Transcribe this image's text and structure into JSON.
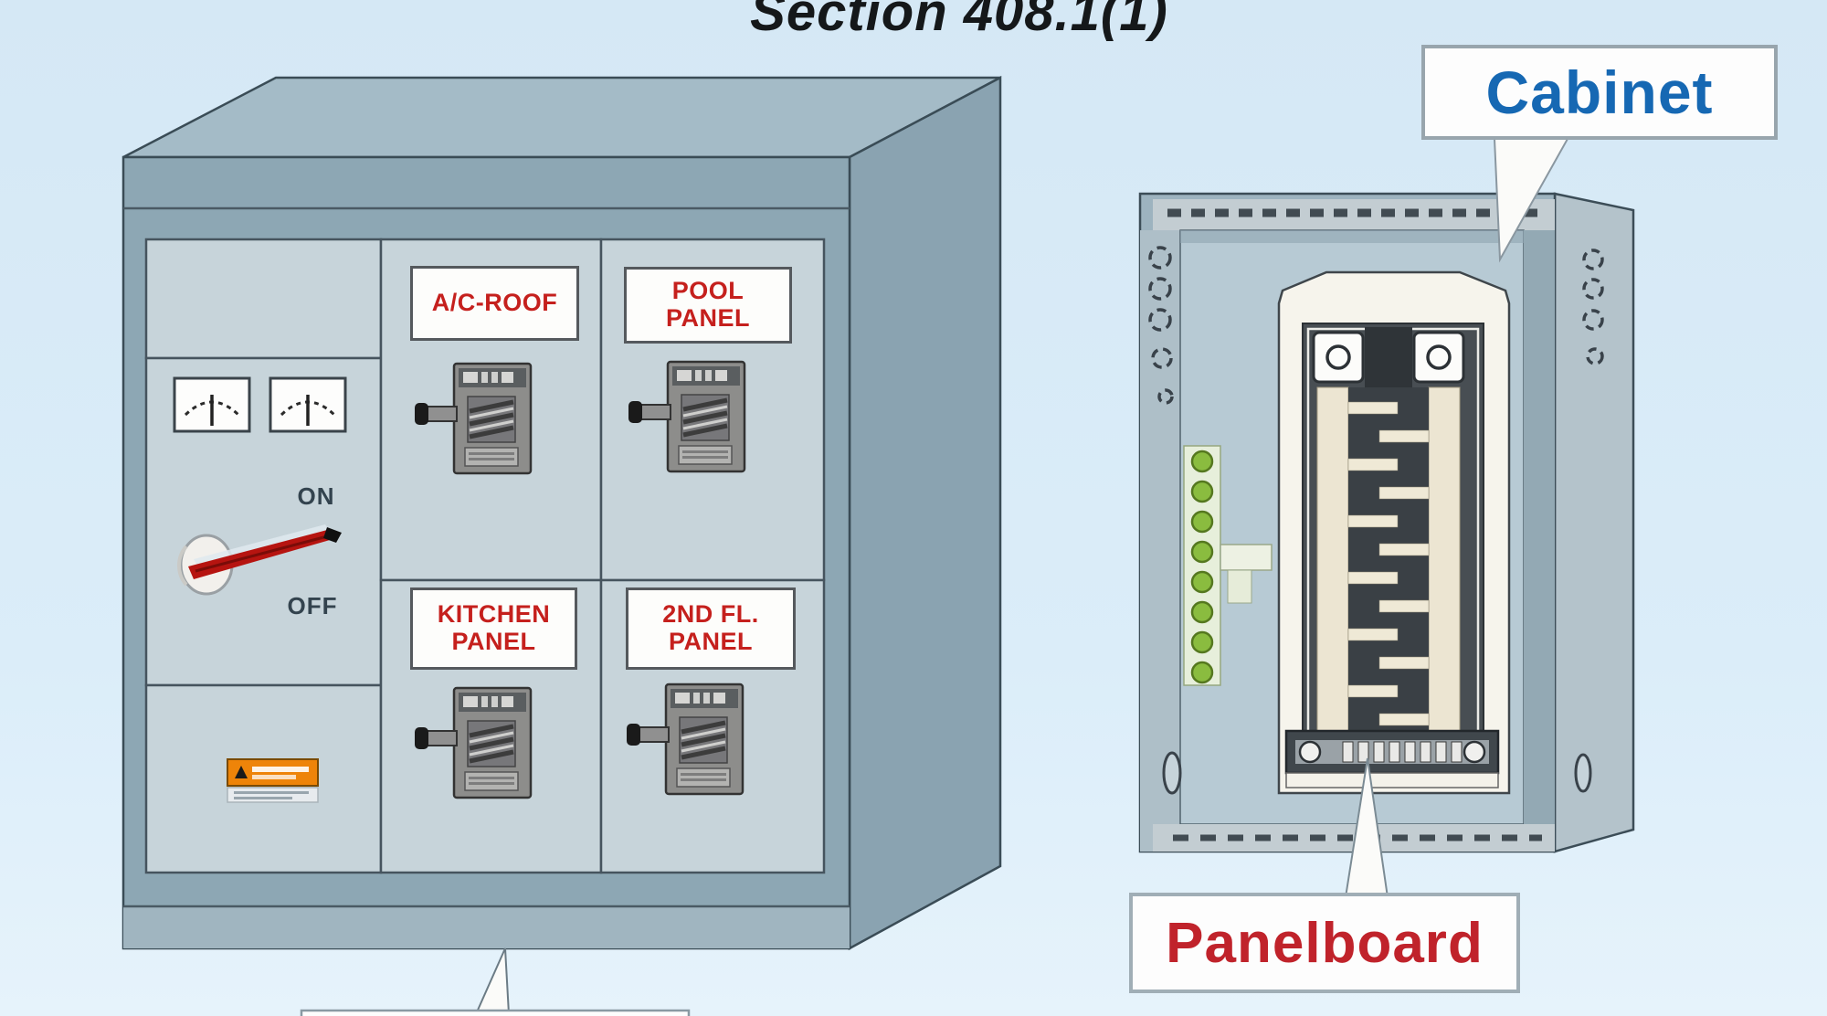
{
  "title": "Section 408.1(1)",
  "switchboard": {
    "breaker_labels": [
      {
        "text": "A/C-ROOF"
      },
      {
        "text": "POOL\nPANEL"
      },
      {
        "text": "KITCHEN\nPANEL"
      },
      {
        "text": "2ND FL.\nPANEL"
      }
    ],
    "main_switch": {
      "on": "ON",
      "off": "OFF"
    }
  },
  "callouts": {
    "cabinet": "Cabinet",
    "panelboard": "Panelboard"
  },
  "colors": {
    "background": "#d9eaf7",
    "switchboard_front": "#8da7b4",
    "switchboard_section": "#c7d4da",
    "plate_text_red": "#c5201d",
    "callout_blue": "#1668b3",
    "callout_red": "#c0232b",
    "switch_lever_red": "#b61410",
    "warning_orange": "#ee8409",
    "ground_bar_green": "#8abc3f"
  }
}
